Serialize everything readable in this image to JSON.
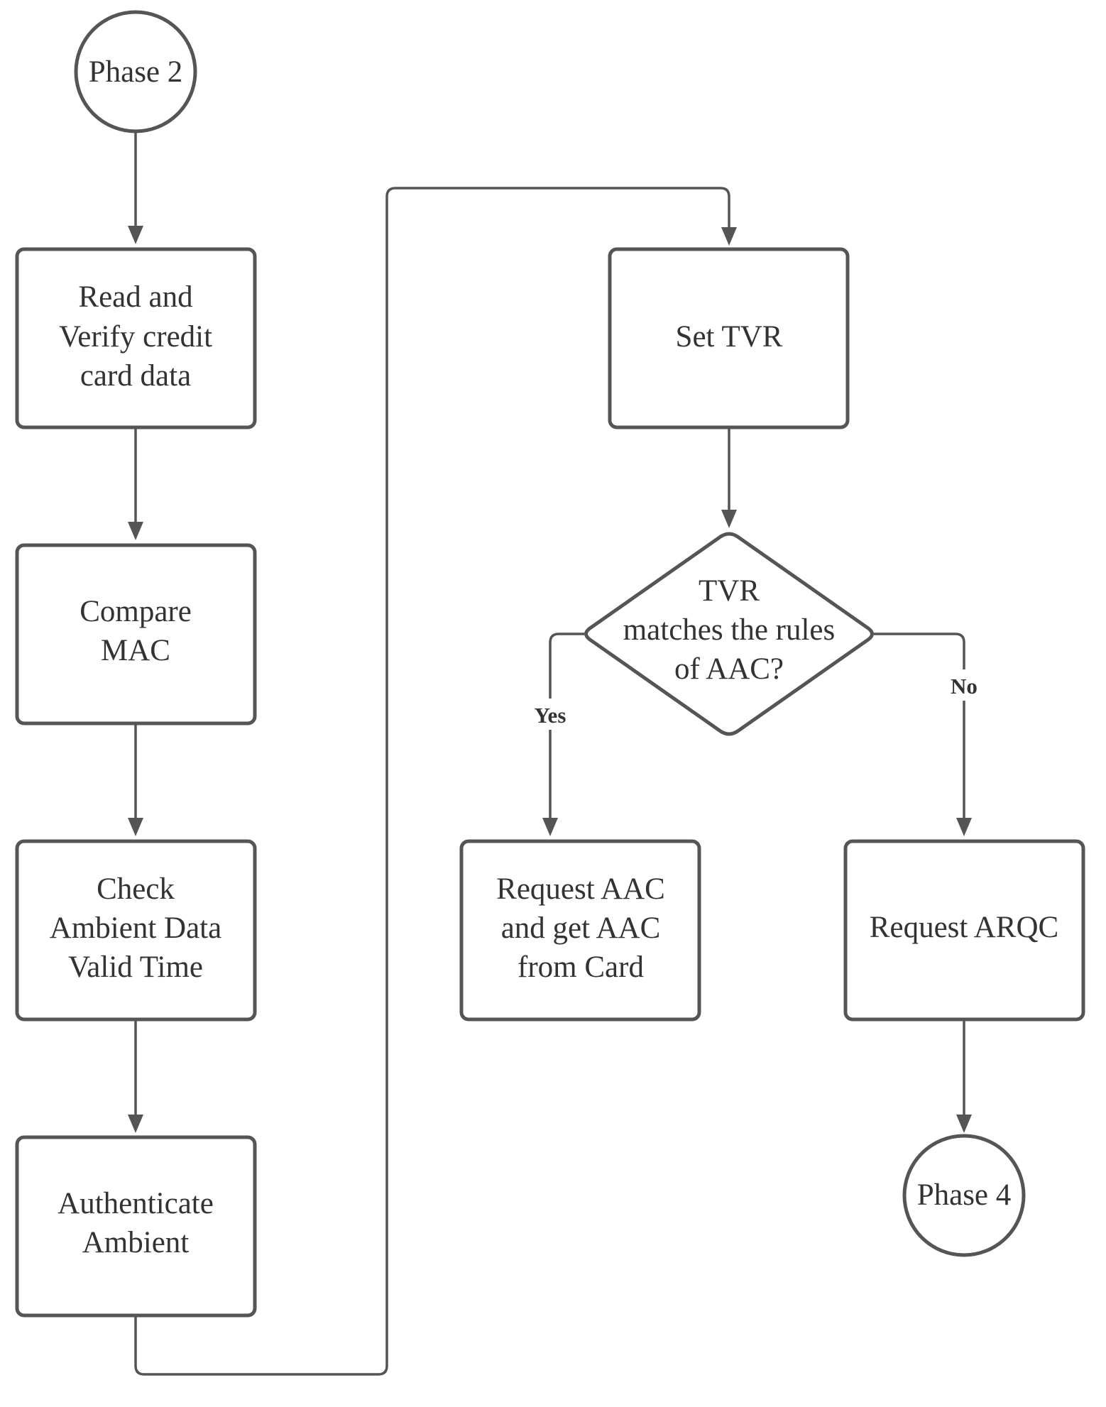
{
  "nodes": {
    "phase2": {
      "label": "Phase 2"
    },
    "read_verify": {
      "lines": [
        "Read and",
        "Verify credit",
        "card data"
      ]
    },
    "compare_mac": {
      "lines": [
        "Compare",
        "MAC"
      ]
    },
    "check_ambient": {
      "lines": [
        "Check",
        "Ambient Data",
        "Valid Time"
      ]
    },
    "authenticate": {
      "lines": [
        "Authenticate",
        "Ambient"
      ]
    },
    "set_tvr": {
      "lines": [
        "Set TVR"
      ]
    },
    "decision": {
      "lines": [
        "TVR",
        "matches the rules",
        "of AAC?"
      ]
    },
    "request_aac": {
      "lines": [
        "Request AAC",
        "and get AAC",
        "from Card"
      ]
    },
    "request_arqc": {
      "lines": [
        "Request ARQC"
      ]
    },
    "phase4": {
      "label": "Phase 4"
    }
  },
  "edges": {
    "yes_label": "Yes",
    "no_label": "No"
  },
  "colors": {
    "stroke": "#555555",
    "text": "#333333",
    "background": "#ffffff"
  }
}
